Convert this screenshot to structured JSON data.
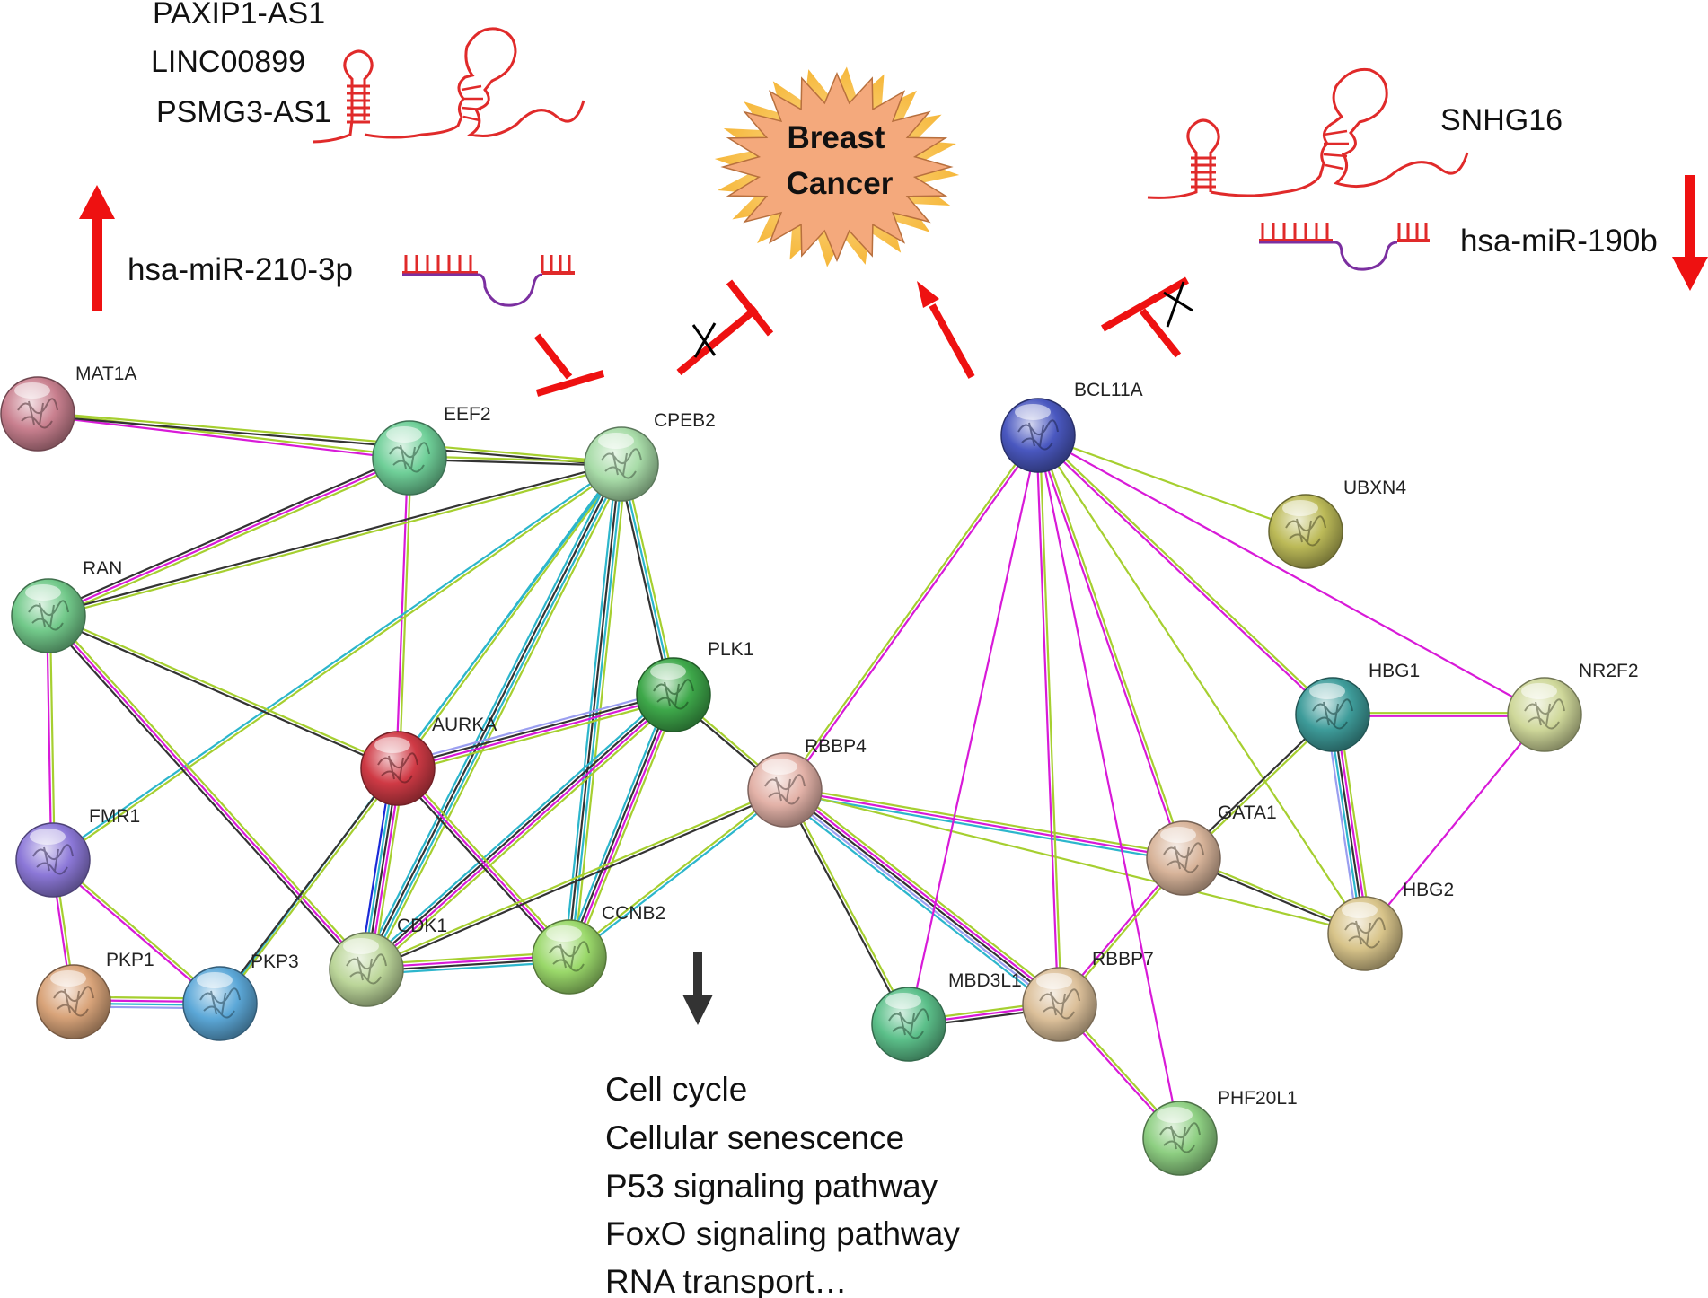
{
  "left_lncrnas": [
    "PAXIP1-AS1",
    "LINC00899",
    "PSMG3-AS1"
  ],
  "right_lncrna": "SNHG16",
  "left_mirna": "hsa-miR-210-3p",
  "right_mirna": "hsa-miR-190b",
  "disease": {
    "line1": "Breast",
    "line2": "Cancer"
  },
  "pathways": [
    "Cell cycle",
    "Cellular senescence",
    "P53 signaling pathway",
    "FoxO signaling pathway",
    "RNA transport…"
  ],
  "colors": {
    "rna": "#e02a2a",
    "mirna_loop": "#7b2fa0",
    "regulation_arrow": "#ee1111",
    "disease_fill": "#f4a97c",
    "disease_glow": "#f8c23a",
    "edge_text_mining": "#a6cf30",
    "edge_experiments": "#d81ad8",
    "edge_databases": "#2cb6cc",
    "edge_coexpression": "#333333",
    "edge_homology": "#9a9ef0",
    "edge_gene_fusion": "#1a2ad8"
  },
  "nodes": [
    {
      "id": "MAT1A",
      "label": "MAT1A",
      "color": "#c9808f"
    },
    {
      "id": "EEF2",
      "label": "EEF2",
      "color": "#6fcf98"
    },
    {
      "id": "CPEB2",
      "label": "CPEB2",
      "color": "#a8dca8"
    },
    {
      "id": "RAN",
      "label": "RAN",
      "color": "#72c98a"
    },
    {
      "id": "PLK1",
      "label": "PLK1",
      "color": "#3ea84a"
    },
    {
      "id": "AURKA",
      "label": "AURKA",
      "color": "#cf3a45"
    },
    {
      "id": "FMR1",
      "label": "FMR1",
      "color": "#8c78d8"
    },
    {
      "id": "PKP1",
      "label": "PKP1",
      "color": "#d9a47a"
    },
    {
      "id": "PKP3",
      "label": "PKP3",
      "color": "#5ca8d8"
    },
    {
      "id": "CDK1",
      "label": "CDK1",
      "color": "#bcd69a"
    },
    {
      "id": "CCNB2",
      "label": "CCNB2",
      "color": "#9ad86a"
    },
    {
      "id": "RBBP4",
      "label": "RBBP4",
      "color": "#e3b2a8"
    },
    {
      "id": "BCL11A",
      "label": "BCL11A",
      "color": "#4a58c0"
    },
    {
      "id": "UBXN4",
      "label": "UBXN4",
      "color": "#bcba58"
    },
    {
      "id": "HBG1",
      "label": "HBG1",
      "color": "#3e9c9a"
    },
    {
      "id": "NR2F2",
      "label": "NR2F2",
      "color": "#cfd89a"
    },
    {
      "id": "GATA1",
      "label": "GATA1",
      "color": "#d8b49a"
    },
    {
      "id": "HBG2",
      "label": "HBG2",
      "color": "#d8c48a"
    },
    {
      "id": "MBD3L1",
      "label": "MBD3L1",
      "color": "#5cc08a"
    },
    {
      "id": "RBBP7",
      "label": "RBBP7",
      "color": "#dcc09a"
    },
    {
      "id": "PHF20L1",
      "label": "PHF20L1",
      "color": "#8ecf82"
    }
  ],
  "edges": [
    {
      "from": "MAT1A",
      "to": "EEF2",
      "types": [
        "text_mining",
        "experiments"
      ]
    },
    {
      "from": "MAT1A",
      "to": "CPEB2",
      "types": [
        "text_mining",
        "coexpression"
      ]
    },
    {
      "from": "EEF2",
      "to": "CPEB2",
      "types": [
        "text_mining",
        "coexpression"
      ]
    },
    {
      "from": "EEF2",
      "to": "RAN",
      "types": [
        "text_mining",
        "experiments",
        "coexpression"
      ]
    },
    {
      "from": "EEF2",
      "to": "AURKA",
      "types": [
        "text_mining",
        "experiments"
      ]
    },
    {
      "from": "CPEB2",
      "to": "RAN",
      "types": [
        "text_mining",
        "coexpression"
      ]
    },
    {
      "from": "CPEB2",
      "to": "AURKA",
      "types": [
        "text_mining",
        "databases"
      ]
    },
    {
      "from": "CPEB2",
      "to": "FMR1",
      "types": [
        "text_mining",
        "databases"
      ]
    },
    {
      "from": "CPEB2",
      "to": "PKP3",
      "types": [
        "databases"
      ]
    },
    {
      "from": "CPEB2",
      "to": "PLK1",
      "types": [
        "text_mining",
        "databases",
        "coexpression"
      ]
    },
    {
      "from": "CPEB2",
      "to": "CDK1",
      "types": [
        "text_mining",
        "databases",
        "coexpression",
        "databases"
      ]
    },
    {
      "from": "CPEB2",
      "to": "CCNB2",
      "types": [
        "text_mining",
        "databases",
        "coexpression",
        "databases"
      ]
    },
    {
      "from": "RAN",
      "to": "FMR1",
      "types": [
        "text_mining",
        "experiments"
      ]
    },
    {
      "from": "RAN",
      "to": "AURKA",
      "types": [
        "text_mining",
        "coexpression"
      ]
    },
    {
      "from": "RAN",
      "to": "CDK1",
      "types": [
        "text_mining",
        "experiments",
        "coexpression"
      ]
    },
    {
      "from": "PLK1",
      "to": "AURKA",
      "types": [
        "text_mining",
        "experiments",
        "coexpression",
        "homology"
      ]
    },
    {
      "from": "PLK1",
      "to": "CDK1",
      "types": [
        "text_mining",
        "experiments",
        "coexpression",
        "databases"
      ]
    },
    {
      "from": "PLK1",
      "to": "CCNB2",
      "types": [
        "text_mining",
        "experiments",
        "coexpression",
        "databases"
      ]
    },
    {
      "from": "PLK1",
      "to": "RBBP4",
      "types": [
        "text_mining",
        "coexpression"
      ]
    },
    {
      "from": "AURKA",
      "to": "CDK1",
      "types": [
        "text_mining",
        "experiments",
        "coexpression",
        "databases",
        "gene_fusion"
      ]
    },
    {
      "from": "AURKA",
      "to": "CCNB2",
      "types": [
        "text_mining",
        "experiments",
        "coexpression"
      ]
    },
    {
      "from": "AURKA",
      "to": "PKP3",
      "types": [
        "text_mining",
        "coexpression"
      ]
    },
    {
      "from": "FMR1",
      "to": "PKP1",
      "types": [
        "text_mining",
        "experiments"
      ]
    },
    {
      "from": "FMR1",
      "to": "PKP3",
      "types": [
        "text_mining",
        "experiments"
      ]
    },
    {
      "from": "PKP1",
      "to": "PKP3",
      "types": [
        "text_mining",
        "experiments",
        "databases",
        "homology"
      ]
    },
    {
      "from": "CDK1",
      "to": "CCNB2",
      "types": [
        "text_mining",
        "experiments",
        "coexpression",
        "databases"
      ]
    },
    {
      "from": "CDK1",
      "to": "RBBP4",
      "types": [
        "text_mining",
        "coexpression"
      ]
    },
    {
      "from": "CCNB2",
      "to": "RBBP4",
      "types": [
        "text_mining",
        "databases"
      ]
    },
    {
      "from": "RBBP4",
      "to": "BCL11A",
      "types": [
        "text_mining",
        "experiments"
      ]
    },
    {
      "from": "RBBP4",
      "to": "GATA1",
      "types": [
        "text_mining",
        "experiments",
        "databases"
      ]
    },
    {
      "from": "RBBP4",
      "to": "HBG2",
      "types": [
        "text_mining"
      ]
    },
    {
      "from": "RBBP4",
      "to": "MBD3L1",
      "types": [
        "text_mining",
        "coexpression"
      ]
    },
    {
      "from": "RBBP4",
      "to": "RBBP7",
      "types": [
        "text_mining",
        "experiments",
        "coexpression",
        "homology",
        "databases"
      ]
    },
    {
      "from": "BCL11A",
      "to": "UBXN4",
      "types": [
        "text_mining"
      ]
    },
    {
      "from": "BCL11A",
      "to": "HBG1",
      "types": [
        "text_mining",
        "experiments"
      ]
    },
    {
      "from": "BCL11A",
      "to": "NR2F2",
      "types": [
        "experiments"
      ]
    },
    {
      "from": "BCL11A",
      "to": "GATA1",
      "types": [
        "text_mining",
        "experiments"
      ]
    },
    {
      "from": "BCL11A",
      "to": "HBG2",
      "types": [
        "text_mining"
      ]
    },
    {
      "from": "BCL11A",
      "to": "MBD3L1",
      "types": [
        "experiments"
      ]
    },
    {
      "from": "BCL11A",
      "to": "RBBP7",
      "types": [
        "text_mining",
        "experiments"
      ]
    },
    {
      "from": "BCL11A",
      "to": "PHF20L1",
      "types": [
        "experiments"
      ]
    },
    {
      "from": "HBG1",
      "to": "NR2F2",
      "types": [
        "text_mining",
        "experiments"
      ]
    },
    {
      "from": "HBG1",
      "to": "HBG2",
      "types": [
        "text_mining",
        "experiments",
        "coexpression",
        "databases",
        "homology"
      ]
    },
    {
      "from": "HBG1",
      "to": "GATA1",
      "types": [
        "text_mining",
        "coexpression"
      ]
    },
    {
      "from": "NR2F2",
      "to": "HBG2",
      "types": [
        "experiments"
      ]
    },
    {
      "from": "GATA1",
      "to": "HBG2",
      "types": [
        "text_mining",
        "coexpression"
      ]
    },
    {
      "from": "GATA1",
      "to": "RBBP7",
      "types": [
        "text_mining",
        "experiments"
      ]
    },
    {
      "from": "MBD3L1",
      "to": "RBBP7",
      "types": [
        "text_mining",
        "experiments",
        "coexpression"
      ]
    },
    {
      "from": "RBBP7",
      "to": "PHF20L1",
      "types": [
        "text_mining",
        "experiments"
      ]
    }
  ]
}
